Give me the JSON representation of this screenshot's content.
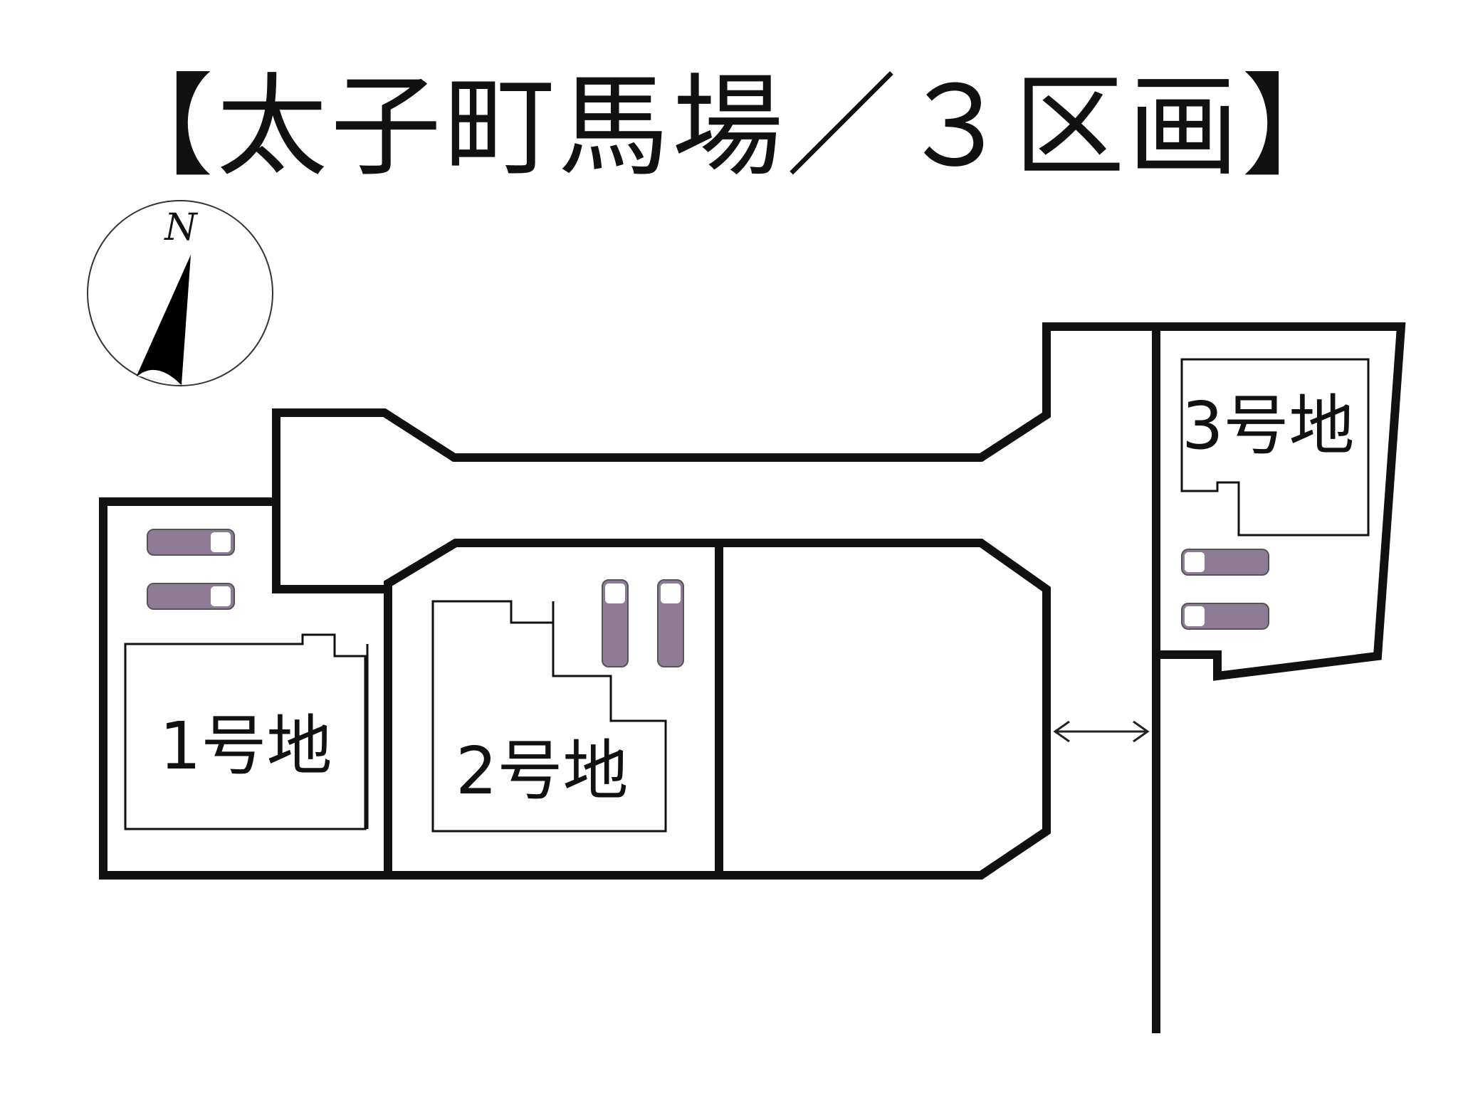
{
  "title": "【太子町馬場／３区画】",
  "compass": {
    "label": "N",
    "icon": "north-arrow-icon"
  },
  "lots": [
    {
      "label": "1号地"
    },
    {
      "label": "2号地"
    },
    {
      "label": "3号地"
    }
  ],
  "colors": {
    "car": "#8e7b95",
    "line": "#111111"
  }
}
